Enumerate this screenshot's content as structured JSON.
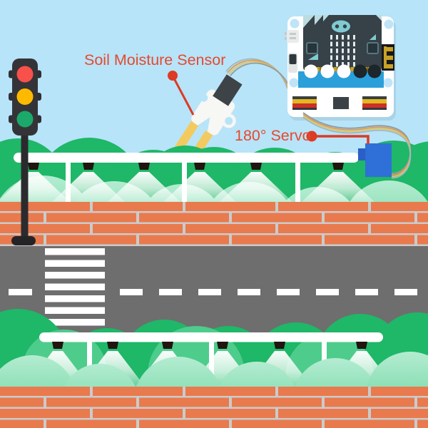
{
  "scene": {
    "type": "smart-irrigation-illustration",
    "annotations": {
      "sensor_label": "Soil Moisture Sensor",
      "servo_label": "180° Servo"
    },
    "components": [
      "traffic-light",
      "soil-moisture-sensor",
      "microbit-breakout-board",
      "180-degree-servo",
      "upper-sprinkler-pipe",
      "lower-sprinkler-pipe",
      "hedges",
      "brick-walls",
      "road-with-zebra-crossing"
    ],
    "traffic_light": {
      "lights": [
        "red",
        "yellow",
        "green"
      ]
    },
    "sprinklers": {
      "upper_count": 6,
      "lower_count": 6
    },
    "road": {
      "zebra_stripes": 7,
      "lane_dashes": 9
    },
    "colors": {
      "sky": "#B7E4F8",
      "bush_dark": "#1FB768",
      "bush_mid": "#4ECC8C",
      "bush_light_top": "#B4ECD1",
      "bush_light_bottom": "#52CD90",
      "brick": "#E87A4E",
      "mortar": "#CBCBCB",
      "road": "#6E6E6E",
      "marking_white": "#FFFFFF",
      "pipe_white": "#FFFFFF",
      "sprinkler_head": "#20150F",
      "traffic_housing": "#343438",
      "traffic_red": "#F8504B",
      "traffic_yellow": "#FFBA00",
      "traffic_green": "#1CA86A",
      "label_red": "#E6492F",
      "leader_red": "#DC3B24",
      "servo_blue": "#2E6FD8",
      "servo_blue_dark": "#2A5FC6",
      "microbit_body": "#364148",
      "microbit_teal": "#7FCBD1",
      "microbit_teal_pale": "#BBDCE0",
      "hole_blue": "#BFE4F8",
      "slot_blue": "#2B9FD9",
      "gold": "#C9A127",
      "connector_yellow": "#E3B71F",
      "connector_red": "#CE2F28",
      "prong_yellow": "#F3CA60",
      "chip_gray": "#3E4347",
      "wire_gray": "#8C9CA3",
      "wire_orange": "#E09A55",
      "wire_yellow": "#DCC76A",
      "wire_slate": "#9FB9C0"
    }
  }
}
